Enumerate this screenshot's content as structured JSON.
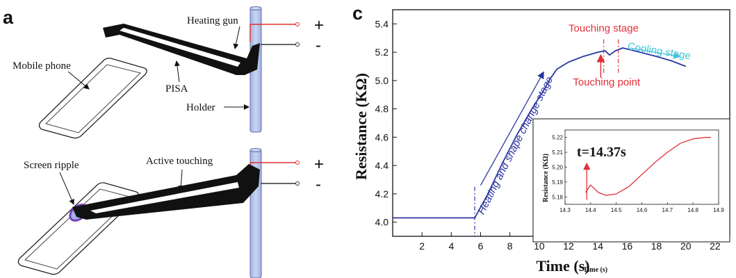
{
  "panel_a": {
    "letter": "a",
    "labels": {
      "heating_gun": "Heating gun",
      "mobile_phone": "Mobile phone",
      "pisa": "PISA",
      "holder": "Holder",
      "screen_ripple": "Screen ripple",
      "active_touching": "Active touching",
      "plus": "+",
      "minus": "-"
    },
    "colors": {
      "pisa_strip": "#111111",
      "holder": "#b9c8ea",
      "wire_plus": "#e03030",
      "wire_minus": "#333333",
      "ripple": "#7a3fbf"
    }
  },
  "chart_data": {
    "panel_letter": "c",
    "type": "line",
    "xlabel": "Time (s)",
    "ylabel": "Resistance (KΩ)",
    "xlim": [
      0,
      23
    ],
    "ylim": [
      3.9,
      5.5
    ],
    "xticks": [
      2,
      4,
      6,
      8,
      10,
      12,
      14,
      16,
      18,
      20,
      22
    ],
    "yticks": [
      4.0,
      4.2,
      4.4,
      4.6,
      4.8,
      5.0,
      5.2,
      5.4
    ],
    "series": [
      {
        "color": "#2b35a0",
        "points": [
          [
            0,
            4.03
          ],
          [
            5.6,
            4.03
          ],
          [
            6.5,
            4.2
          ],
          [
            7.5,
            4.42
          ],
          [
            8.5,
            4.62
          ],
          [
            9.5,
            4.8
          ],
          [
            10.3,
            4.93
          ],
          [
            10.8,
            5.02
          ],
          [
            11.2,
            5.08
          ],
          [
            12,
            5.13
          ],
          [
            13,
            5.17
          ],
          [
            14,
            5.2
          ],
          [
            14.5,
            5.21
          ],
          [
            14.8,
            5.18
          ],
          [
            15.2,
            5.21
          ],
          [
            15.7,
            5.23
          ],
          [
            16.5,
            5.21
          ],
          [
            18,
            5.17
          ],
          [
            19,
            5.14
          ],
          [
            20,
            5.1
          ]
        ]
      }
    ],
    "vlines": [
      {
        "x": 5.6,
        "color": "#2b35a0"
      },
      {
        "x": 14.4,
        "color": "#e0303a"
      },
      {
        "x": 15.4,
        "color": "#e0303a"
      }
    ],
    "annotations": {
      "heating_stage": {
        "text": "Heating and shape change stage",
        "color": "#2b35a0"
      },
      "touching_stage": {
        "text": "Touching stage",
        "color": "#e0303a"
      },
      "cooling_stage": {
        "text": "Cooling stage",
        "color": "#41c4d8"
      },
      "touching_point": {
        "text": "Touching point",
        "color": "#e0303a"
      }
    },
    "inset": {
      "type": "line",
      "xlabel": "Time (s)",
      "ylabel": "Resistance (KΩ)",
      "xlim": [
        14.3,
        14.9
      ],
      "ylim": [
        5.175,
        5.225
      ],
      "xticks": [
        "14.3",
        "14.4",
        "14.5",
        "14.6",
        "14.7",
        "14.8",
        "14.9"
      ],
      "yticks": [
        "5.18",
        "5.19",
        "5.20",
        "5.21",
        "5.22"
      ],
      "label": "t=14.37s",
      "color": "#e0303a",
      "points": [
        [
          14.38,
          5.183
        ],
        [
          14.4,
          5.188
        ],
        [
          14.43,
          5.183
        ],
        [
          14.46,
          5.181
        ],
        [
          14.5,
          5.182
        ],
        [
          14.55,
          5.187
        ],
        [
          14.6,
          5.195
        ],
        [
          14.65,
          5.203
        ],
        [
          14.7,
          5.21
        ],
        [
          14.75,
          5.216
        ],
        [
          14.8,
          5.219
        ],
        [
          14.85,
          5.22
        ],
        [
          14.87,
          5.22
        ]
      ]
    }
  }
}
